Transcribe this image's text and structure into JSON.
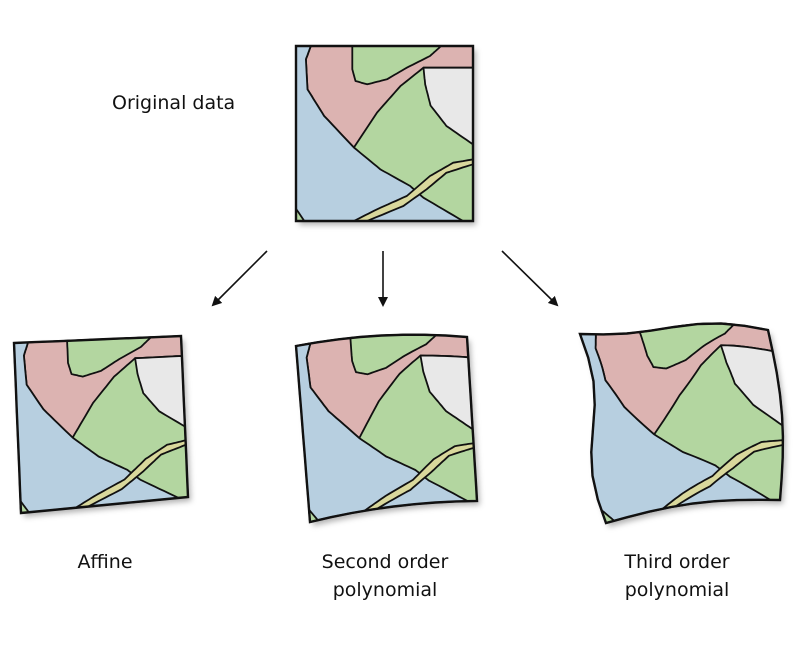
{
  "labels": {
    "original": "Original data",
    "affine": "Affine",
    "second_line1": "Second order",
    "second_line2": "polynomial",
    "third_line1": "Third order",
    "third_line2": "polynomial"
  },
  "colors": {
    "green": "#b3d6a0",
    "pink": "#dcb3b1",
    "blue": "#b7cfe0",
    "white_region": "#e8e8e8",
    "yellow": "#d9d89c",
    "outline": "#111111",
    "arrow": "#111111"
  }
}
